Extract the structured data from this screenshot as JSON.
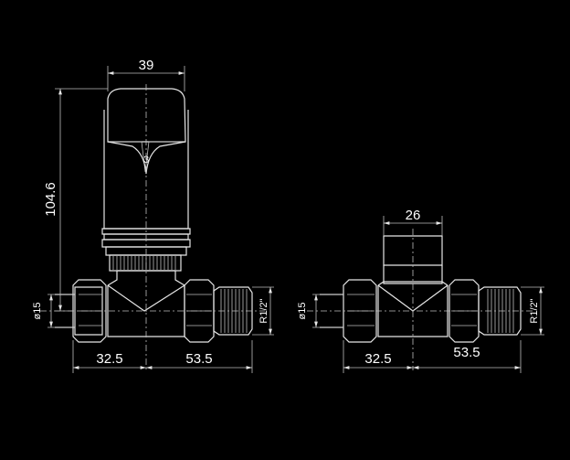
{
  "front_view": {
    "width_top": "39",
    "height": "104.6",
    "pipe_dia": "ø15",
    "thread": "R1/2\"",
    "left_len": "32.5",
    "right_len": "53.5",
    "head_mark": "3"
  },
  "side_view": {
    "width_top": "26",
    "pipe_dia": "ø15",
    "thread": "R1/2\"",
    "left_len": "32.5",
    "right_len": "53.5"
  }
}
